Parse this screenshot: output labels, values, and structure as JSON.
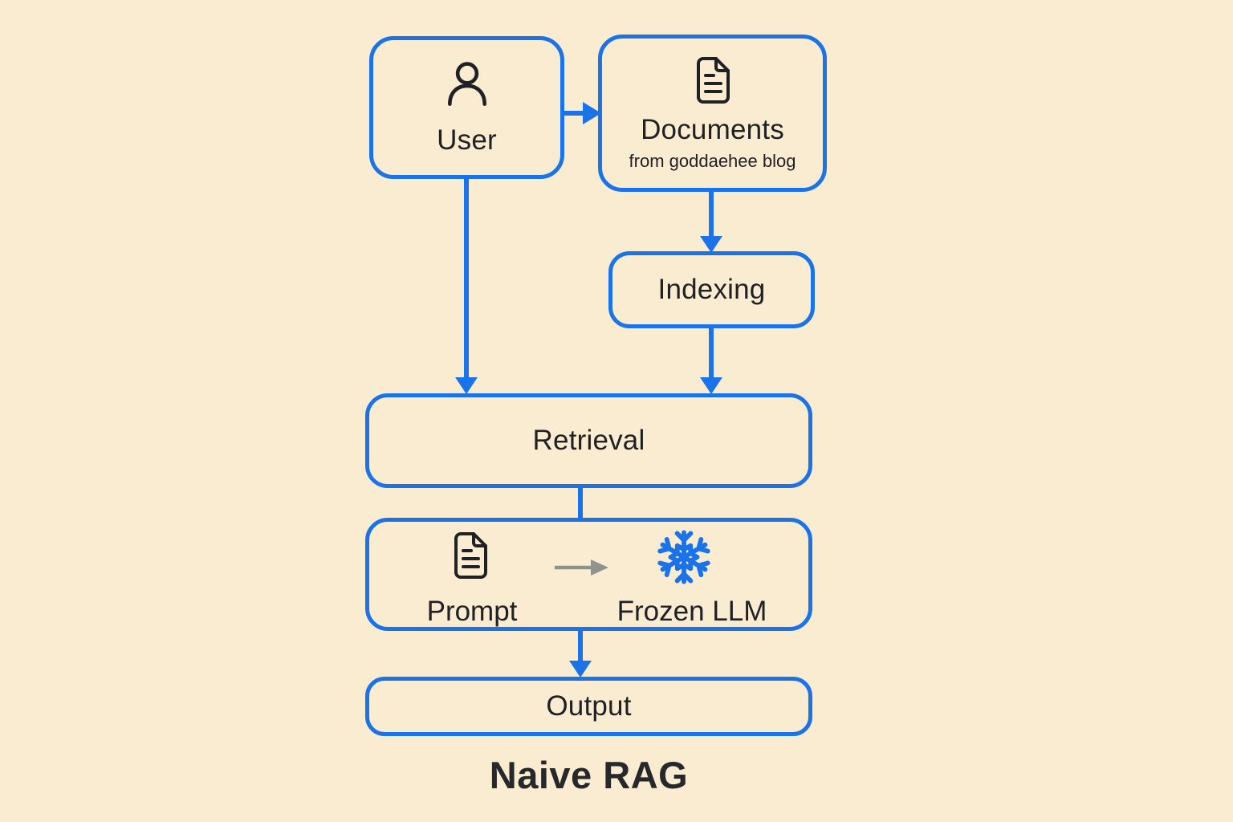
{
  "diagram_title": "Naive RAG",
  "colors": {
    "background": "#FAECD1",
    "accent": "#1A73E8",
    "text": "#202124",
    "muted_arrow": "#8F938C"
  },
  "nodes": {
    "user": {
      "label": "User",
      "icon": "person-icon"
    },
    "documents": {
      "label": "Documents",
      "sublabel": "from goddaehee blog",
      "icon": "document-icon"
    },
    "indexing": {
      "label": "Indexing"
    },
    "retrieval": {
      "label": "Retrieval"
    },
    "prompt_llm": {
      "prompt": {
        "label": "Prompt",
        "icon": "document-icon"
      },
      "frozen_llm": {
        "label": "Frozen LLM",
        "icon": "snowflake-icon"
      }
    },
    "output": {
      "label": "Output"
    }
  },
  "edges": [
    {
      "from": "user",
      "to": "documents",
      "style": "arrow",
      "color": "accent"
    },
    {
      "from": "documents",
      "to": "indexing",
      "style": "arrow",
      "color": "accent"
    },
    {
      "from": "user",
      "to": "retrieval",
      "style": "arrow",
      "color": "accent"
    },
    {
      "from": "indexing",
      "to": "retrieval",
      "style": "arrow",
      "color": "accent"
    },
    {
      "from": "retrieval",
      "to": "prompt_llm",
      "style": "line",
      "color": "accent"
    },
    {
      "from": "prompt",
      "to": "frozen_llm",
      "style": "arrow",
      "color": "muted_arrow"
    },
    {
      "from": "prompt_llm",
      "to": "output",
      "style": "arrow",
      "color": "accent"
    }
  ]
}
